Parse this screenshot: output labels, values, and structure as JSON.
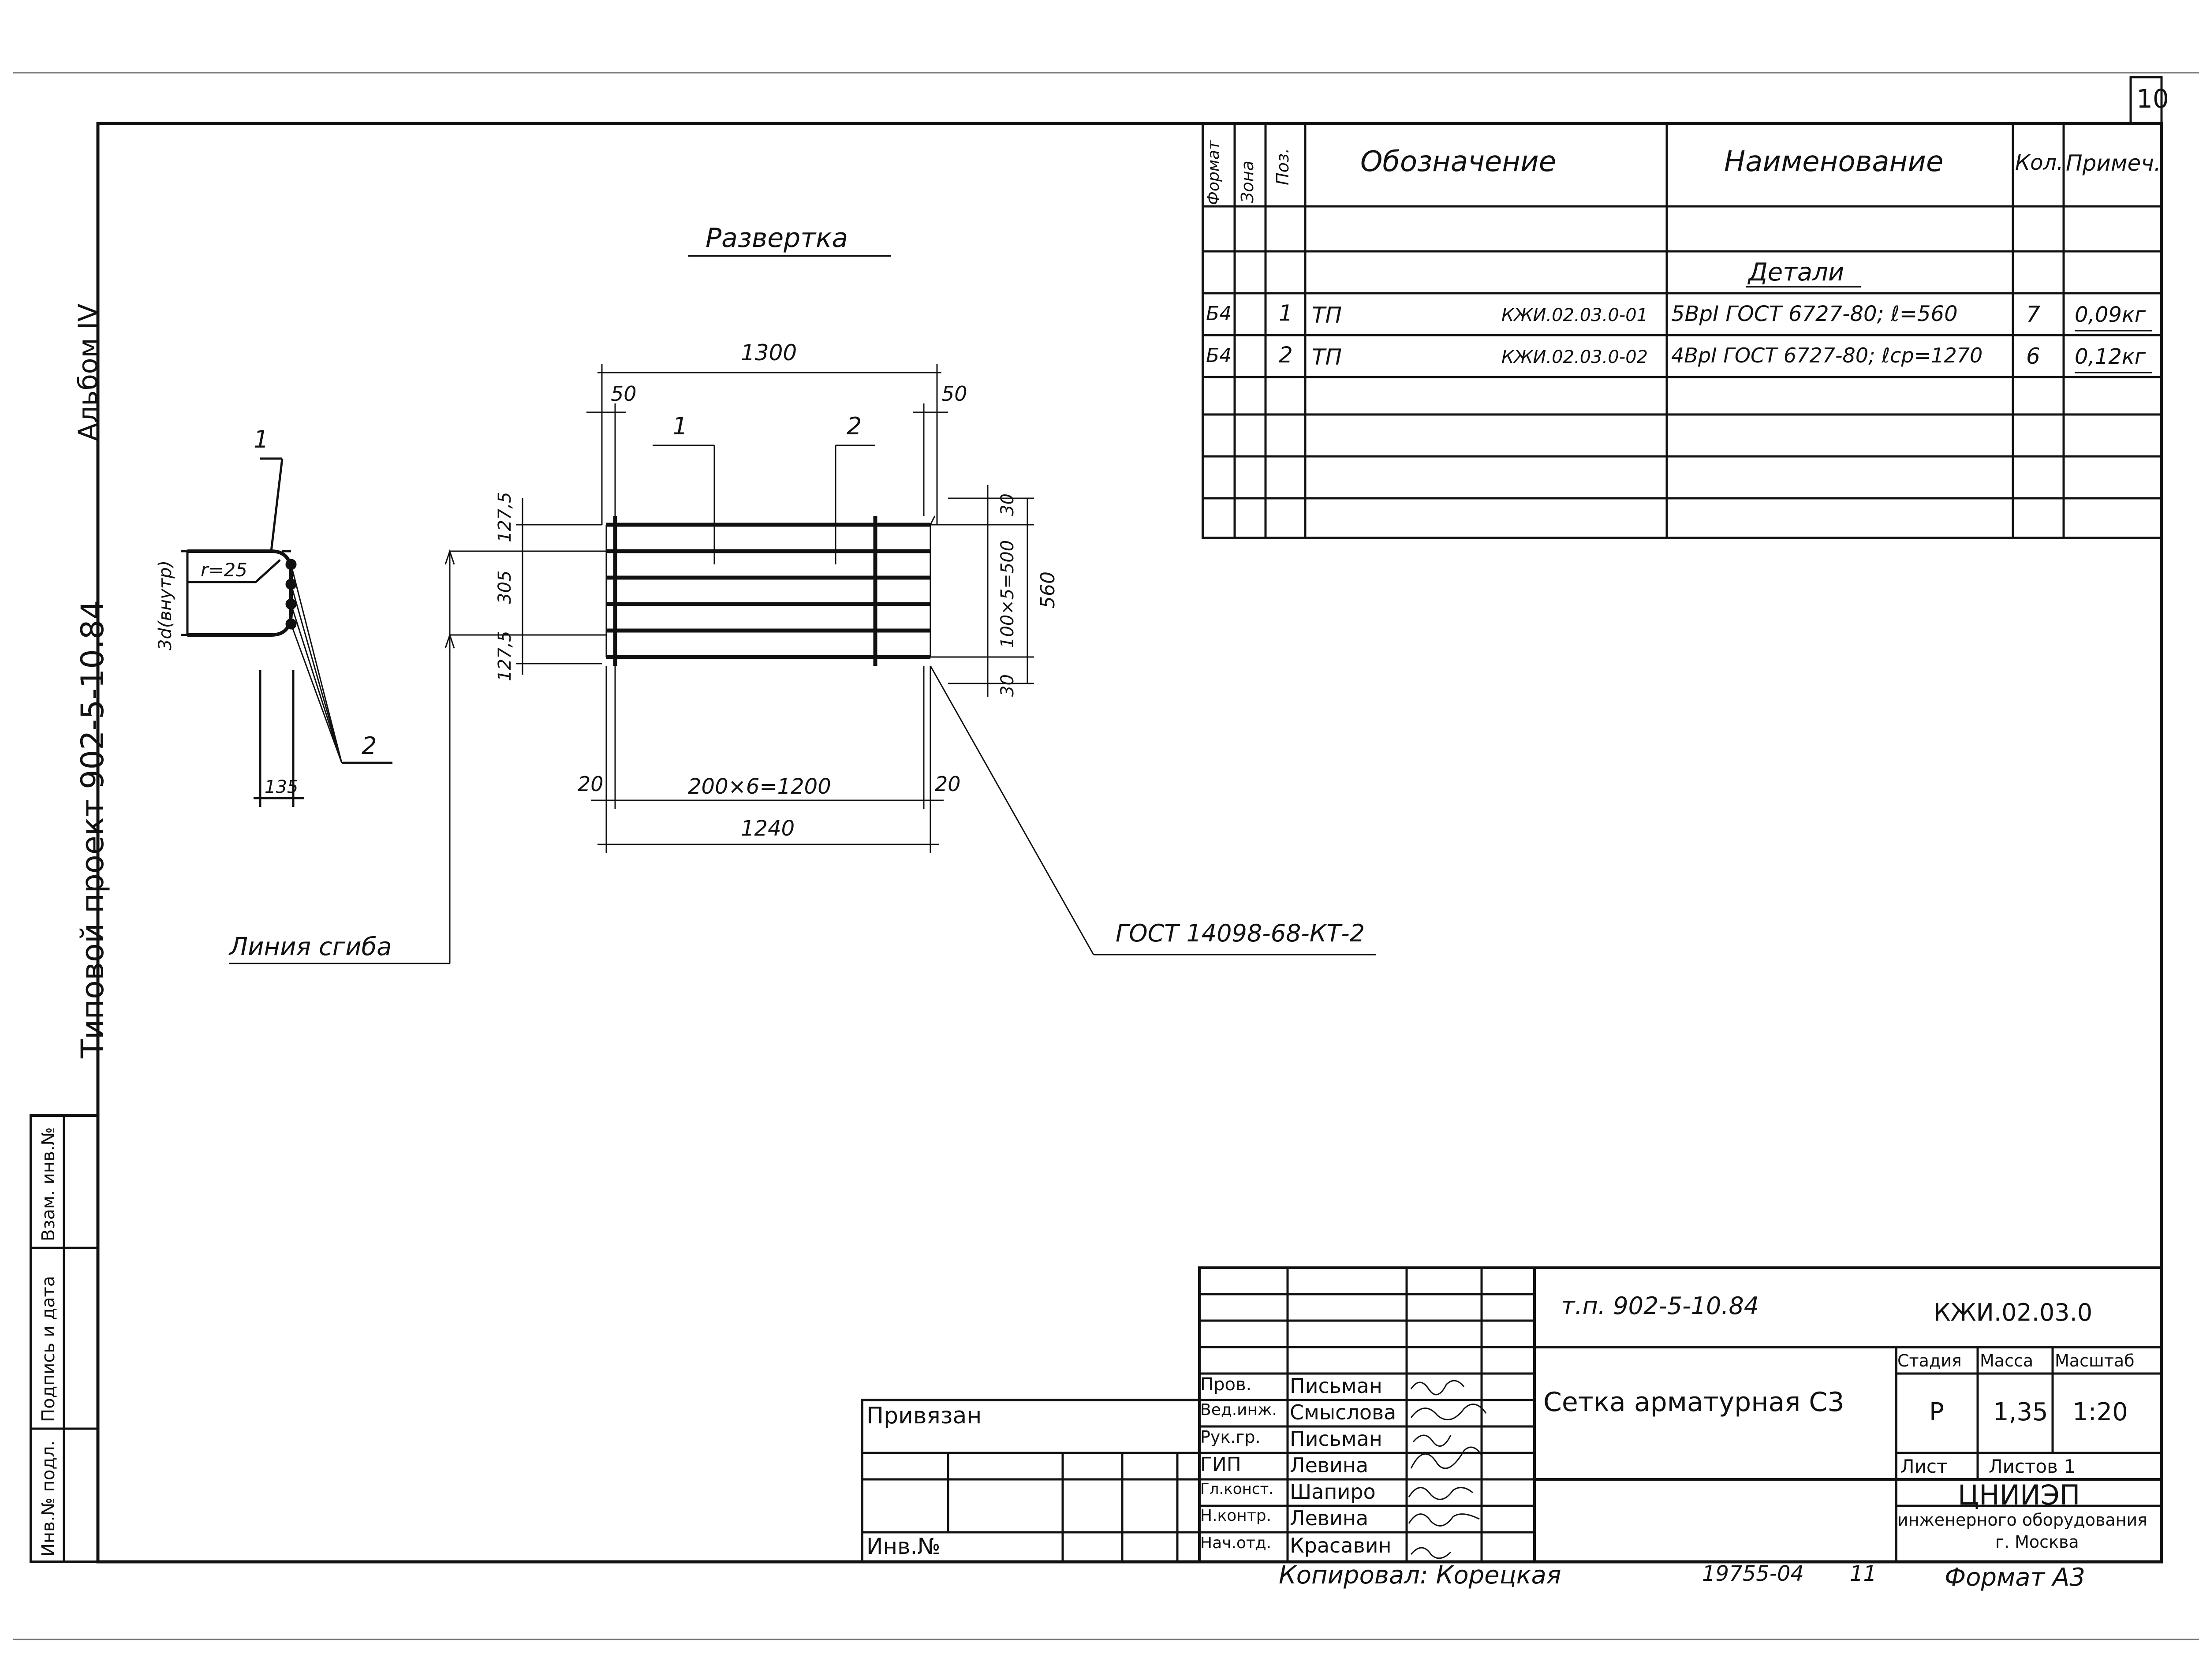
{
  "sheet": {
    "number": "10",
    "album": "Альбом IV",
    "project": "Типовой проект 902-5-10.84",
    "copied_by": "Копировал: Корецкая",
    "order_no": "19755-04",
    "order_sheet": "11",
    "format": "Формат А3"
  },
  "side_stamp": {
    "inv_orig": "Инв.№ подл.",
    "sign_date": "Подпись и дата",
    "replace_inv": "Взам. инв.№"
  },
  "drawing": {
    "title": "Развертка",
    "bend_line": "Линия сгиба",
    "gost_label": "ГОСТ 14098-68-КТ-2",
    "section": {
      "pos1": "1",
      "pos2": "2",
      "r": "r=25",
      "dim_3d": "3d(внутр)",
      "dim_135": "135"
    },
    "mesh": {
      "pos1": "1",
      "pos2": "2",
      "dim_1300": "1300",
      "dim_50_left": "50",
      "dim_50_right": "50",
      "dim_1275_top": "127,5",
      "dim_305": "305",
      "dim_1275_bottom": "127,5",
      "dim_30_top": "30",
      "dim_500": "100×5=500",
      "dim_30_bottom": "30",
      "dim_560": "560",
      "dim_20_left": "20",
      "dim_1200": "200×6=1200",
      "dim_20_right": "20",
      "dim_1240": "1240"
    }
  },
  "spec": {
    "headers": {
      "format": "Формат",
      "zone": "Зона",
      "pos": "Поз.",
      "designation": "Обозначение",
      "name": "Наименование",
      "qty": "Кол.",
      "note": "Примеч."
    },
    "section_title": "Детали",
    "rows": [
      {
        "format": "Б4",
        "pos": "1",
        "tp": "ТП",
        "code": "КЖИ.02.03.0-01",
        "name": "5ВрI ГОСТ 6727-80; ℓ=560",
        "qty": "7",
        "note": "0,09кг"
      },
      {
        "format": "Б4",
        "pos": "2",
        "tp": "ТП",
        "code": "КЖИ.02.03.0-02",
        "name": "4ВрI ГОСТ 6727-80; ℓср=1270",
        "qty": "6",
        "note": "0,12кг"
      }
    ]
  },
  "title_block": {
    "project_no": "т.п. 902-5-10.84",
    "code": "КЖИ.02.03.0",
    "item_name": "Сетка арматурная С3",
    "stage_label": "Стадия",
    "mass_label": "Масса",
    "scale_label": "Масштаб",
    "stage": "Р",
    "mass": "1,35",
    "scale": "1:20",
    "sheet_label": "Лист",
    "sheets_label": "Листов 1",
    "org_name": "ЦНИИЭП",
    "org_sub": "инженерного оборудования",
    "org_city": "г. Москва",
    "bound_label": "Привязан",
    "inv_label": "Инв.№",
    "staff": [
      {
        "role": "Пров.",
        "name": "Письман"
      },
      {
        "role": "Вед.инж.",
        "name": "Смыслова"
      },
      {
        "role": "Рук.гр.",
        "name": "Письман"
      },
      {
        "role": "ГИП",
        "name": "Левина"
      },
      {
        "role": "Гл.конст.",
        "name": "Шапиро"
      },
      {
        "role": "Н.контр.",
        "name": "Левина"
      },
      {
        "role": "Нач.отд.",
        "name": "Красавин"
      }
    ]
  }
}
